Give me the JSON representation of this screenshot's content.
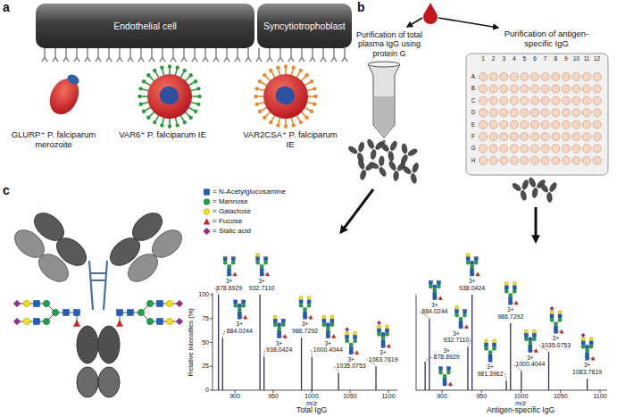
{
  "diagram": {
    "nodes": [
      {
        "text": [
          "Endothelial cell"
        ]
      },
      {
        "text": [
          "Syncytiotrophoblast"
        ]
      }
    ],
    "labels": [
      "a",
      "b",
      "c",
      "GLURP⁺ P. falciparum merozoite",
      "VAR6⁺ P. falciparum IE",
      "VAR2CSA⁺ P. falciparum IE",
      "Purification of total plasma IgG using protein G",
      "Purification of antigen-specific IgG",
      "1",
      "2",
      "3",
      "4",
      "5",
      "6",
      "7",
      "8",
      "9",
      "10",
      "11",
      "12",
      "A",
      "B",
      "C",
      "D",
      "E",
      "F",
      "G",
      "H",
      "Relative intensities (%)",
      "100",
      "75",
      "50",
      "25",
      "0",
      "900",
      "950",
      "1000",
      "1050",
      "1100",
      "m/z",
      "Total IgG",
      "3+",
      "878.6929",
      "3+",
      "884.0244",
      "3+",
      "932.7110",
      "3+",
      "938.0424",
      "3+",
      "986.7292",
      "3+",
      "1000.4044",
      "3+",
      "1035.0753",
      "3+",
      "1083.7619",
      "900",
      "950",
      "1000",
      "1050",
      "1100",
      "m/z",
      "Antigen-specific IgG",
      "3+",
      "878.6929",
      "3+",
      "884.0244",
      "3+",
      "932.7110",
      "3+",
      "938.0424",
      "3+",
      "981.3962",
      "3+",
      "986.7292",
      "3+",
      "1000.4044",
      "3+",
      "1035.0753",
      "3+",
      "1083.7619"
    ],
    "legend": [
      {
        "text": "= N-Acetylglucosamine"
      },
      {
        "text": "= Mannose"
      },
      {
        "text": "= Galactose"
      },
      {
        "text": "= Fucose"
      },
      {
        "text": "= Sialic acid"
      }
    ]
  }
}
